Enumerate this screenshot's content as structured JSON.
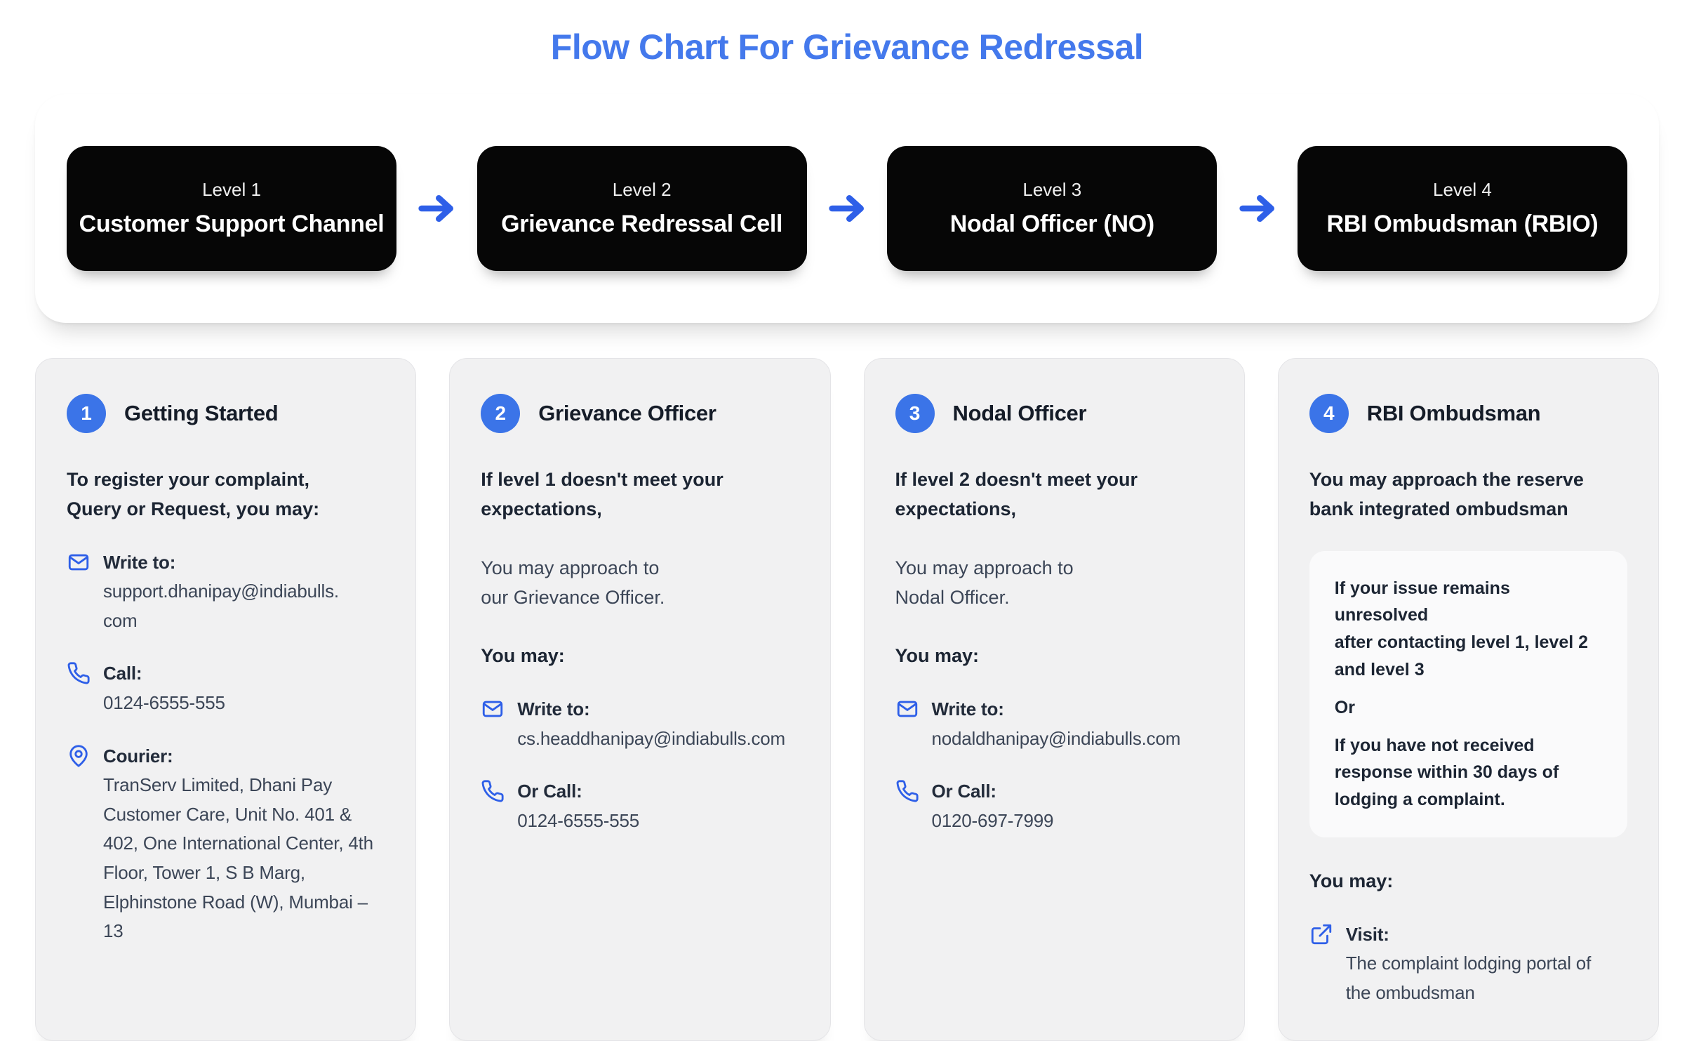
{
  "page": {
    "title": "Flow Chart For Grievance Redressal"
  },
  "colors": {
    "title_blue": "#4479EC",
    "icon_blue": "#2E5FE8",
    "badge_blue": "#3B74E8",
    "level_box_bg": "#060606",
    "card_bg": "#F1F1F2",
    "note_bg": "#FAFAFB",
    "heading_ink": "#151C28",
    "body_ink": "#3C4657"
  },
  "flow": {
    "levels": [
      {
        "level": "Level 1",
        "name": "Customer Support Channel"
      },
      {
        "level": "Level 2",
        "name": "Grievance Redressal Cell"
      },
      {
        "level": "Level 3",
        "name": "Nodal Officer (NO)"
      },
      {
        "level": "Level 4",
        "name": "RBI Ombudsman (RBIO)"
      }
    ]
  },
  "cards": [
    {
      "number": "1",
      "title": "Getting Started",
      "lead_bold": "To register your complaint,\nQuery or Request, you may:",
      "contacts": [
        {
          "icon": "mail-icon",
          "label": "Write to:",
          "value": "support.dhanipay@indiabulls.\ncom"
        },
        {
          "icon": "phone-icon",
          "label": "Call:",
          "value": "0124-6555-555"
        },
        {
          "icon": "location-pin-icon",
          "label": "Courier:",
          "value": "TranServ Limited, Dhani Pay\nCustomer Care, Unit No. 401 &\n402, One International Center, 4th\nFloor, Tower 1, S B Marg,\nElphinstone Road (W), Mumbai –\n13"
        }
      ]
    },
    {
      "number": "2",
      "title": "Grievance Officer",
      "condition_bold": "If level 1 doesn't meet your\nexpectations,",
      "approach_text": "You may approach to\nour Grievance Officer.",
      "you_may_label": "You may:",
      "contacts": [
        {
          "icon": "mail-icon",
          "label": "Write to:",
          "value": "cs.headdhanipay@indiabulls.com"
        },
        {
          "icon": "phone-icon",
          "label": "Or Call:",
          "value": "0124-6555-555"
        }
      ]
    },
    {
      "number": "3",
      "title": "Nodal Officer",
      "condition_bold": "If level 2 doesn't meet your\nexpectations,",
      "approach_text": "You may approach to\nNodal Officer.",
      "you_may_label": "You may:",
      "contacts": [
        {
          "icon": "mail-icon",
          "label": "Write to:",
          "value": "nodaldhanipay@indiabulls.com"
        },
        {
          "icon": "phone-icon",
          "label": "Or Call:",
          "value": "0120-697-7999"
        }
      ]
    },
    {
      "number": "4",
      "title": "RBI Ombudsman",
      "lead_bold": "You may approach the reserve\nbank integrated ombudsman",
      "note_box": {
        "line1": "If your issue remains unresolved\nafter contacting level 1, level 2\nand level 3",
        "or": "Or",
        "line2": "If you have not received\nresponse within 30 days of\nlodging a complaint."
      },
      "you_may_label": "You may:",
      "contacts": [
        {
          "icon": "external-link-icon",
          "label": "Visit:",
          "value": "The complaint lodging portal of\nthe ombudsman"
        }
      ]
    }
  ]
}
